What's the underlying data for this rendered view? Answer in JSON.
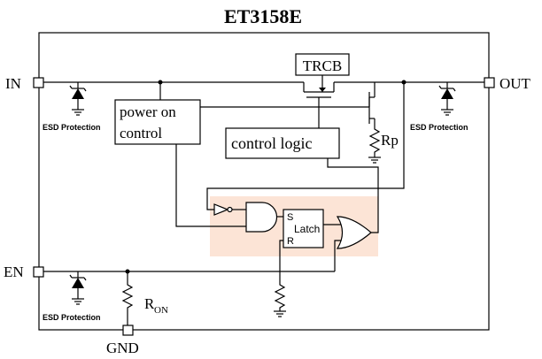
{
  "diagram": {
    "title": "ET3158E",
    "pins": {
      "in": "IN",
      "out": "OUT",
      "en": "EN",
      "gnd": "GND"
    },
    "blocks": {
      "trcb": "TRCB",
      "power_on_control_line1": "power on",
      "power_on_control_line2": "control",
      "control_logic": "control logic",
      "latch": "Latch",
      "latch_set": "S",
      "latch_reset": "R"
    },
    "components": {
      "rp_label": "Rp",
      "ron_main": "R",
      "ron_sub": "ON",
      "esd_in": "ESD Protection",
      "esd_out": "ESD Protection",
      "esd_en": "ESD Protection"
    },
    "colors": {
      "highlight": "#fce4d6",
      "wire": "#000000",
      "background": "#ffffff"
    }
  }
}
